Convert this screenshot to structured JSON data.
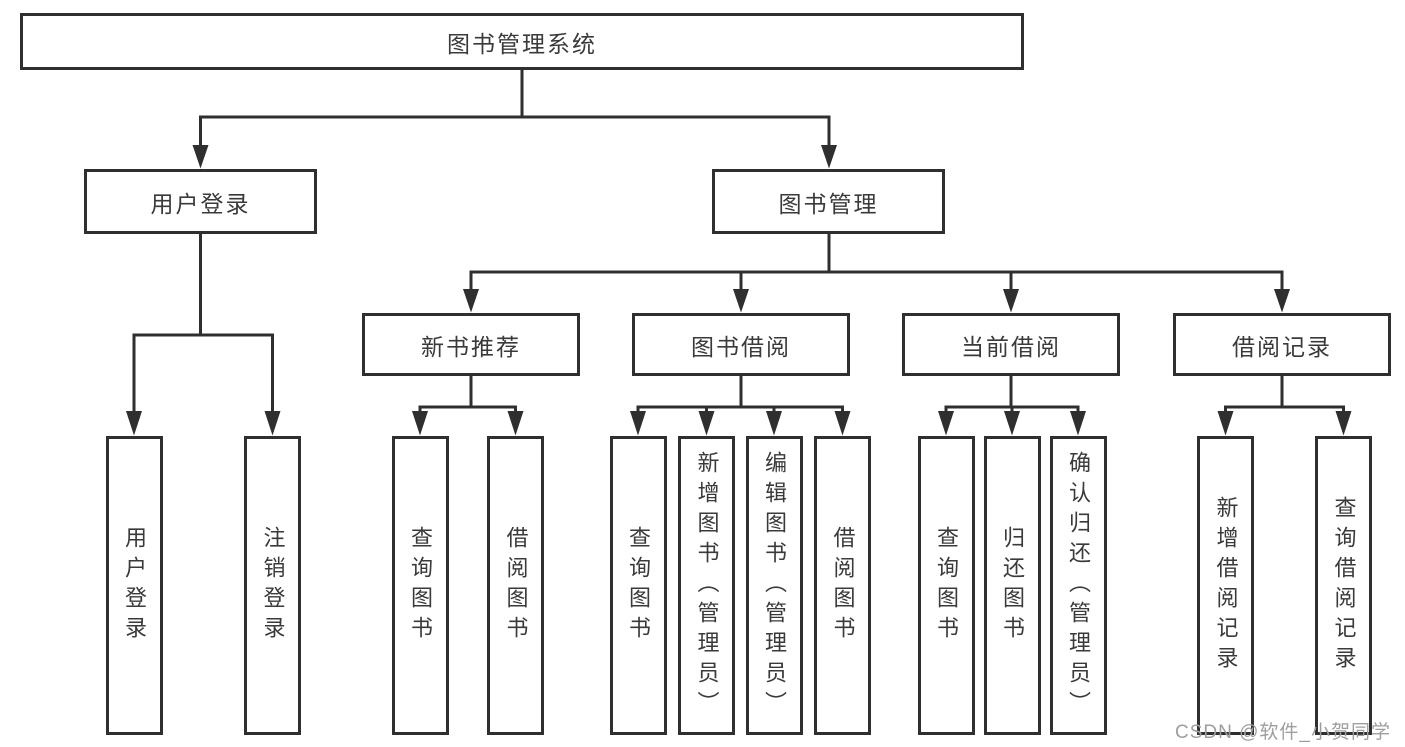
{
  "colors": {
    "line": "#2f2f2f",
    "text": "#3a3a3a",
    "background": "#ffffff",
    "watermark": "#9e9e9e"
  },
  "root": {
    "label": "图书管理系统"
  },
  "tree": {
    "children": [
      {
        "label": "用户登录",
        "leaves": [
          {
            "label": "用户登录"
          },
          {
            "label": "注销登录"
          }
        ]
      },
      {
        "label": "图书管理",
        "children": [
          {
            "label": "新书推荐",
            "leaves": [
              {
                "label": "查询图书"
              },
              {
                "label": "借阅图书"
              }
            ]
          },
          {
            "label": "图书借阅",
            "leaves": [
              {
                "label": "查询图书"
              },
              {
                "label": "新增图书（管理员）"
              },
              {
                "label": "编辑图书（管理员）"
              },
              {
                "label": "借阅图书"
              }
            ]
          },
          {
            "label": "当前借阅",
            "leaves": [
              {
                "label": "查询图书"
              },
              {
                "label": "归还图书"
              },
              {
                "label": "确认归还（管理员）"
              }
            ]
          },
          {
            "label": "借阅记录",
            "leaves": [
              {
                "label": "新增借阅记录"
              },
              {
                "label": "查询借阅记录"
              }
            ]
          }
        ]
      }
    ]
  },
  "watermark": {
    "text": "CSDN @软件_小贺同学"
  }
}
